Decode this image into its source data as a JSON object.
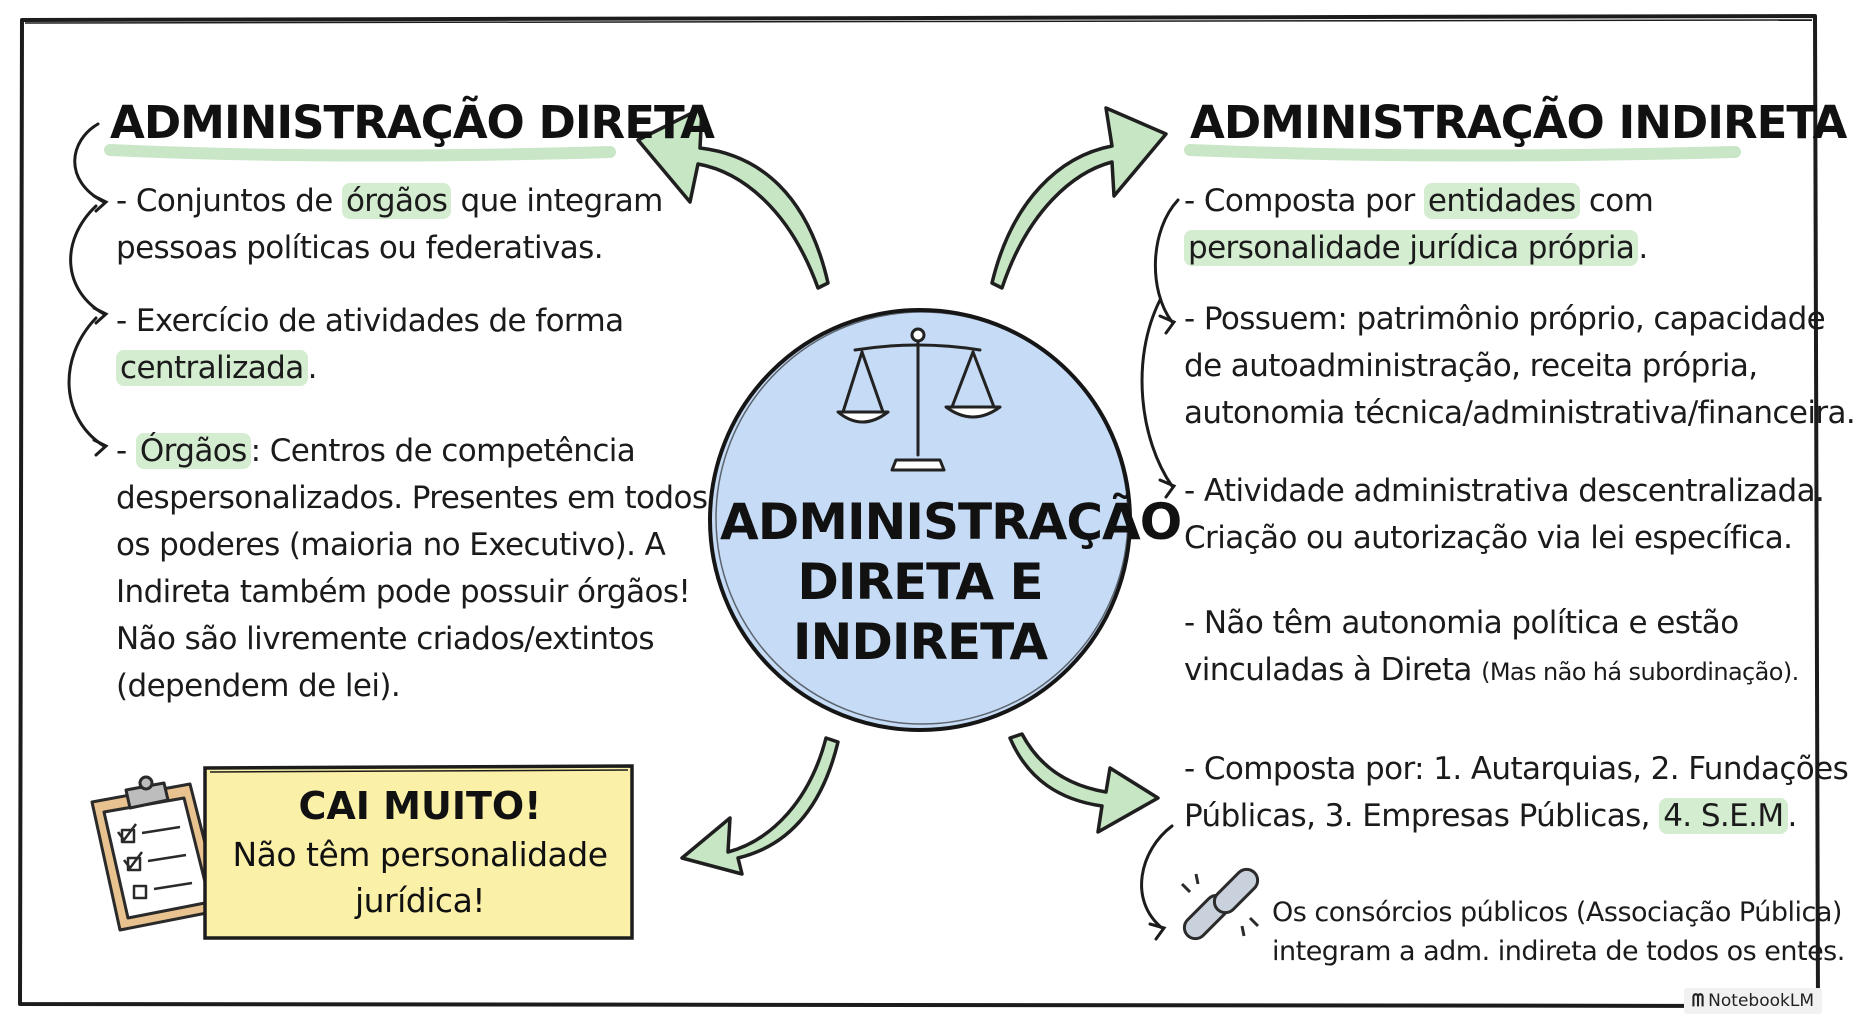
{
  "center": {
    "line1": "ADMINISTRAÇÃO",
    "line2": "DIRETA E",
    "line3": "INDIRETA",
    "icon": "scales-of-justice-icon"
  },
  "direta": {
    "title": "ADMINISTRAÇÃO DIRETA",
    "item1": {
      "p1": "- Conjuntos de ",
      "hl": "órgãos",
      "p2": " que integram",
      "line2": "pessoas políticas ou federativas."
    },
    "item2": {
      "line1": "- Exercício de atividades de forma",
      "hl": "centralizada",
      "after": "."
    },
    "item3": {
      "p1": "- ",
      "hl": "Órgãos",
      "p2": ": Centros de competência",
      "line2": "despersonalizados. Presentes em todos",
      "line3": "os poderes (maioria no Executivo). A",
      "line4": "Indireta também pode possuir órgãos!",
      "line5": "Não são livremente criados/extintos",
      "line6": "(dependem de lei)."
    }
  },
  "callout": {
    "icon": "clipboard-checklist-icon",
    "heading": "CAI MUITO!",
    "line1": "Não têm personalidade",
    "line2": "jurídica!"
  },
  "indireta": {
    "title": "ADMINISTRAÇÃO INDIRETA",
    "item1": {
      "p1": "- Composta por ",
      "hl1": "entidades",
      "p2": " com",
      "hl2": "personalidade jurídica própria",
      "after": "."
    },
    "item2": {
      "line1": "- Possuem: patrimônio próprio, capacidade",
      "line2": "de autoadministração, receita própria,",
      "line3": "autonomia técnica/administrativa/financeira."
    },
    "item3": {
      "line1": "- Atividade administrativa descentralizada.",
      "line2": "Criação ou autorização via lei específica."
    },
    "item4": {
      "line1": "- Não têm autonomia política e estão",
      "line2": "vinculadas à Direta ",
      "small": "(Mas não há subordinação)."
    },
    "item5": {
      "line1": "- Composta por: 1. Autarquias, 2. Fundações",
      "p2": "Públicas, 3. Empresas Públicas, ",
      "hl": "4. S.E.M",
      "after": "."
    },
    "note": {
      "icon": "broken-chain-link-icon",
      "line1": "Os consórcios públicos (Associação Pública)",
      "line2": "integram a adm. indireta de todos os entes."
    }
  },
  "watermark": "NotebookLM",
  "colors": {
    "arrow_fill": "#c7e6c4",
    "highlight": "#d4ecd0",
    "circle_fill": "#c6dbf5",
    "callout_fill": "#faf0a8",
    "clipboard": "#e9c38f"
  }
}
